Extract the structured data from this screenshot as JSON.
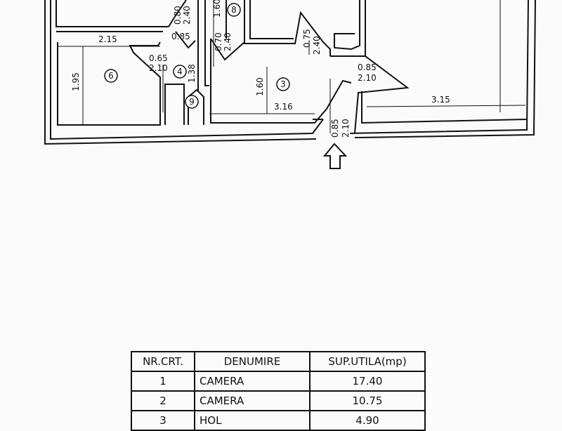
{
  "floorplan": {
    "dimensions": {
      "d215": "2.15",
      "d195": "1.95",
      "d065": "0.65",
      "d210a": "2.10",
      "d138": "1.38",
      "d080": "0.80",
      "d240a": "2.40",
      "d085a": "0.85",
      "d160a": "1.60",
      "d070": "0.70",
      "d240b": "2.40",
      "d075": "0.75",
      "d240c": "2.40",
      "d160b": "1.60",
      "d316": "3.16",
      "d085b": "0.85",
      "d210b": "2.10",
      "d315": "3.15",
      "d085c": "0.85",
      "d210c": "2.10"
    },
    "room_numbers": {
      "r3": "3",
      "r4": "4",
      "r6": "6",
      "r8": "8",
      "r9": "9"
    }
  },
  "table": {
    "headers": [
      "NR.CRT.",
      "DENUMIRE",
      "SUP.UTILA(mp)"
    ],
    "rows": [
      [
        "1",
        "CAMERA",
        "17.40"
      ],
      [
        "2",
        "CAMERA",
        "10.75"
      ],
      [
        "3",
        "HOL",
        "4.90"
      ]
    ]
  }
}
